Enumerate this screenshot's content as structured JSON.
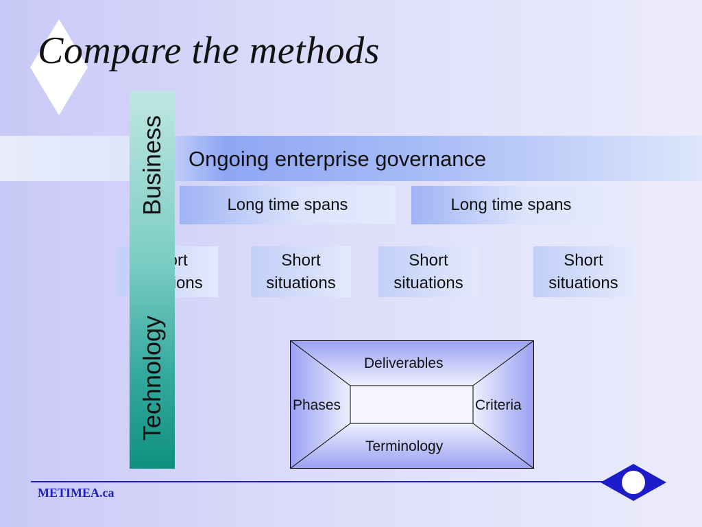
{
  "slide": {
    "title": "Compare the methods",
    "footer": "METIMEA.ca"
  },
  "governance": {
    "label": "Ongoing enterprise governance"
  },
  "time_spans": [
    {
      "label": "Long time spans"
    },
    {
      "label": "Long time spans"
    }
  ],
  "situations": [
    {
      "line1": "Short",
      "line2": "situations"
    },
    {
      "line1": "Short",
      "line2": "situations"
    },
    {
      "line1": "Short",
      "line2": "situations"
    },
    {
      "line1": "Short",
      "line2": "situations"
    }
  ],
  "axis": {
    "top_label": "Business",
    "bottom_label": "Technology"
  },
  "framework": {
    "top": "Deliverables",
    "left": "Phases",
    "right": "Criteria",
    "bottom": "Terminology"
  },
  "colors": {
    "accent_blue": "#1c1cc8",
    "axis_teal": "#0f9080",
    "band_blue": "#8fa6f4"
  },
  "icons": {
    "title_decoration": "diamond-icon",
    "footer_decoration": "diamond-ring-icon"
  }
}
